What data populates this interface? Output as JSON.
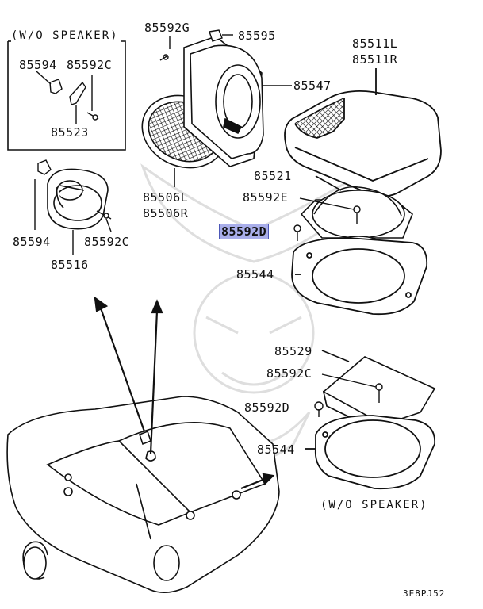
{
  "colors": {
    "highlight": "#a9aeea",
    "highlight_border": "#4d57b8",
    "line": "#111111",
    "watermark": "#d9d9d9"
  },
  "captions": {
    "without_speaker_top": "(W/O SPEAKER)",
    "without_speaker_bottom": "(W/O SPEAKER)"
  },
  "diagram_code": "3E8PJ52",
  "highlighted_part": "85592D",
  "parts": {
    "p85594_inset": "85594",
    "p85592c_inset": "85592C",
    "p85523": "85523",
    "p85594": "85594",
    "p85592c_left": "85592C",
    "p85516": "85516",
    "p85592g": "85592G",
    "p85595": "85595",
    "p85547": "85547",
    "p85506l": "85506L",
    "p85506r": "85506R",
    "p85511l": "85511L",
    "p85511r": "85511R",
    "p85521": "85521",
    "p85592e": "85592E",
    "p85592d_top": "85592D",
    "p85544_top": "85544",
    "p85529": "85529",
    "p85592c_bottom": "85592C",
    "p85592d_bottom": "85592D",
    "p85544_bottom": "85544"
  }
}
